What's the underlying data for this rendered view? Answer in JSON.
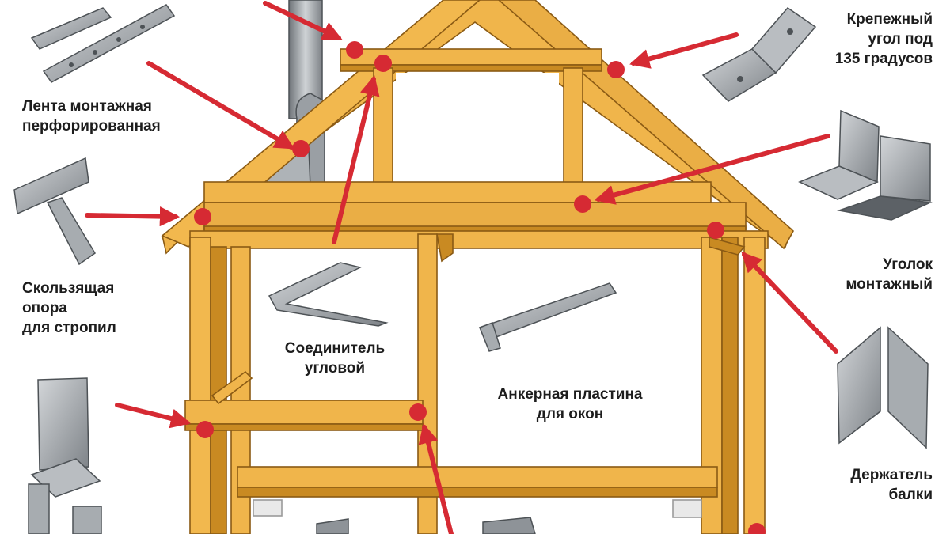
{
  "colors": {
    "timber": "#f0b54b",
    "timber_dark": "#c98a22",
    "timber_edge": "#8a5a14",
    "arrow": "#d62a33",
    "metal": "#8e9398",
    "metal_light": "#c9cdd1",
    "metal_dark": "#4d5256",
    "label_text": "#1d1d1d"
  },
  "labels": {
    "perforated_tape": {
      "line1": "Лента монтажная",
      "line2": "перфорированная"
    },
    "angle_135": {
      "line1": "Крепежный",
      "line2": "угол под",
      "line3": "135 градусов"
    },
    "sliding_support": {
      "line1": "Скользящая",
      "line2": "опора",
      "line3": "для стропил"
    },
    "corner_connector": {
      "line1": "Соединитель",
      "line2": "угловой"
    },
    "window_anchor_plate": {
      "line1": "Анкерная пластина",
      "line2": "для окон"
    },
    "mounting_angle": {
      "line1": "Уголок",
      "line2": "монтажный"
    },
    "beam_holder": {
      "line1": "Держатель",
      "line2": "балки"
    }
  }
}
